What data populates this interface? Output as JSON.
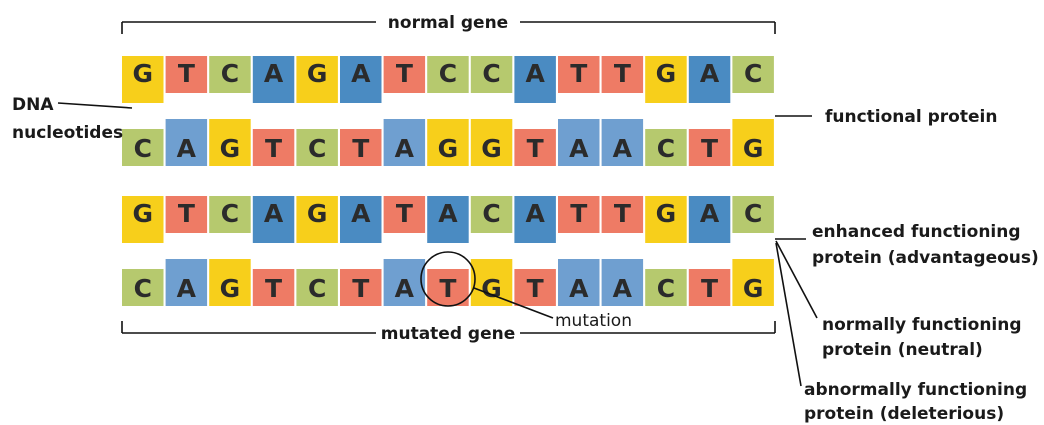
{
  "labels": {
    "normal_gene": "normal gene",
    "mutated_gene": "mutated gene",
    "dna_line1": "DNA",
    "dna_line2": "nucleotides",
    "functional_protein": "functional protein",
    "mutation": "mutation",
    "enhanced_line1": "enhanced functioning",
    "enhanced_line2": "protein (advantageous)",
    "normal_line1": "normally functioning",
    "normal_line2": "protein (neutral)",
    "abnormal_line1": "abnormally functioning",
    "abnormal_line2": "protein (deleterious)"
  },
  "normal_strand": {
    "top": [
      "G",
      "T",
      "C",
      "A",
      "G",
      "A",
      "T",
      "C",
      "C",
      "A",
      "T",
      "T",
      "G",
      "A",
      "C"
    ],
    "bottom": [
      "C",
      "A",
      "G",
      "T",
      "C",
      "T",
      "A",
      "G",
      "G",
      "T",
      "A",
      "A",
      "C",
      "T",
      "G"
    ]
  },
  "mutated_strand": {
    "top": [
      "G",
      "T",
      "C",
      "A",
      "G",
      "A",
      "T",
      "A",
      "C",
      "A",
      "T",
      "T",
      "G",
      "A",
      "C"
    ],
    "bottom": [
      "C",
      "A",
      "G",
      "T",
      "C",
      "T",
      "A",
      "T",
      "G",
      "T",
      "A",
      "A",
      "C",
      "T",
      "G"
    ]
  },
  "mutation_marker": {
    "strand": "bottom",
    "position": 8
  },
  "colors": {
    "G": "#f7cf1b",
    "T": "#ee7b65",
    "C": "#b6c96e",
    "A_top": "#4a8bc2",
    "A_bottom": "#6f9fd0",
    "line": "#111111"
  }
}
